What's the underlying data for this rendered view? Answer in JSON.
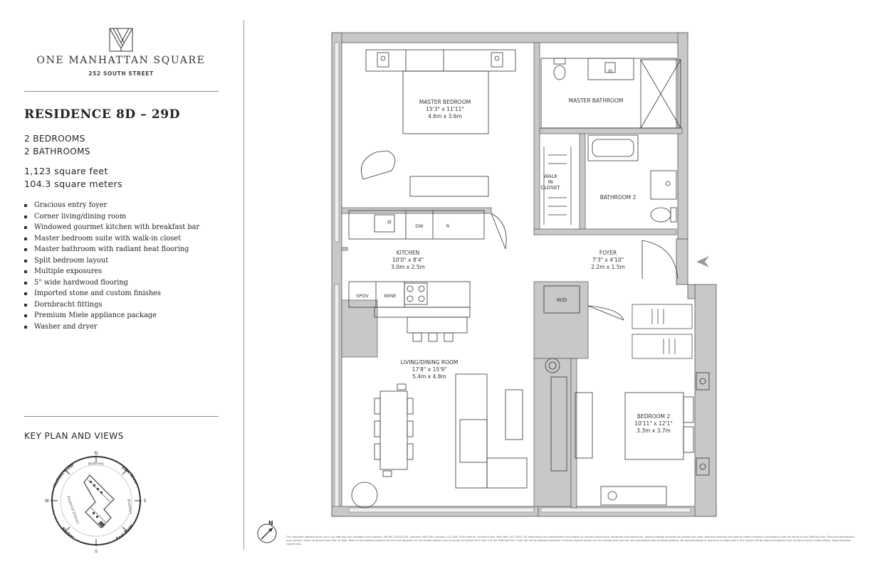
{
  "brand": {
    "name": "ONE MANHATTAN SQUARE",
    "address": "252 SOUTH STREET"
  },
  "residence": {
    "title": "RESIDENCE 8D – 29D",
    "bedrooms": "2 BEDROOMS",
    "bathrooms": "2 BATHROOMS",
    "area_ft": "1,123 square feet",
    "area_m": "104.3 square meters"
  },
  "features": [
    "Gracious entry foyer",
    "Corner living/dining room",
    "Windowed gourmet kitchen with breakfast bar",
    "Master bedroom suite with walk-in closet",
    "Master bathroom with radiant heat flooring",
    "Split bedroom layout",
    "Multiple exposures",
    "5\" wide hardwood flooring",
    "Imported stone and custom finishes",
    "Dornbracht fittings",
    "Premium Miele appliance package",
    "Washer and dryer"
  ],
  "keyplan": {
    "title": "KEY PLAN AND VIEWS",
    "n": "N",
    "s": "S",
    "e": "E",
    "w": "W",
    "midtown": "Midtown",
    "hudson": "Hudson River",
    "east_river_top": "East River",
    "east_river_bottom": "East River",
    "brooklyn": "Brooklyn",
    "harbor": "Harbor",
    "financial": "Financial District"
  },
  "rooms": {
    "master_bedroom": {
      "name": "MASTER BEDROOM",
      "dim_ft": "15'3\" x 11'11\"",
      "dim_m": "4.6m x 3.6m"
    },
    "master_bathroom": {
      "name": "MASTER BATHROOM"
    },
    "walk_in_1": "WALK",
    "walk_in_2": "IN",
    "walk_in_3": "CLOSET",
    "bathroom2": {
      "name": "BATHROOM 2"
    },
    "kitchen": {
      "name": "KITCHEN",
      "dim_ft": "10'0\" x 8'4\"",
      "dim_m": "3.0m x 2.5m"
    },
    "foyer": {
      "name": "FOYER",
      "dim_ft": "7'3\" x 4'10\"",
      "dim_m": "2.2m x 1.5m"
    },
    "living": {
      "name": "LIVING/DINING ROOM",
      "dim_ft": "17'8\" x 15'9\"",
      "dim_m": "5.4m x 4.8m"
    },
    "bedroom2": {
      "name": "BEDROOM 2",
      "dim_ft": "10'11\" x 12'1\"",
      "dim_m": "3.3m x 3.7m"
    },
    "dw": "DW",
    "r": "R",
    "spov": "SPOV",
    "wine": "WINE",
    "wd": "W/D"
  },
  "compass_n": "N",
  "disclaimer": "The complete offering terms are in an offering plan available from Sponsor. File No. CD15-0145. Sponsor: OMS Fee Company LLC, 605 Third Avenue, Seventh Floor, New York, NY 10022. All dimensions are approximate and subject to normal construction variances and tolerances. Square footage exceeds the usable floor area. Sponsor reserves the right to make changes in accordance with the terms of the Offering Plan. Plans and dimensions may contain minor variations from floor to floor. Refer to the window patterns for this unit depicted on the facade pattern plan included as Exhibit 3A in Part II of the Offering Plan. Units will not be offered furnished. Furniture layouts shown are for concept only and are not coordinated with building systems. No representation or warranty is made that a Unit Owner will be able to implement the furniture layout shown above. Equal Housing Opportunity."
}
